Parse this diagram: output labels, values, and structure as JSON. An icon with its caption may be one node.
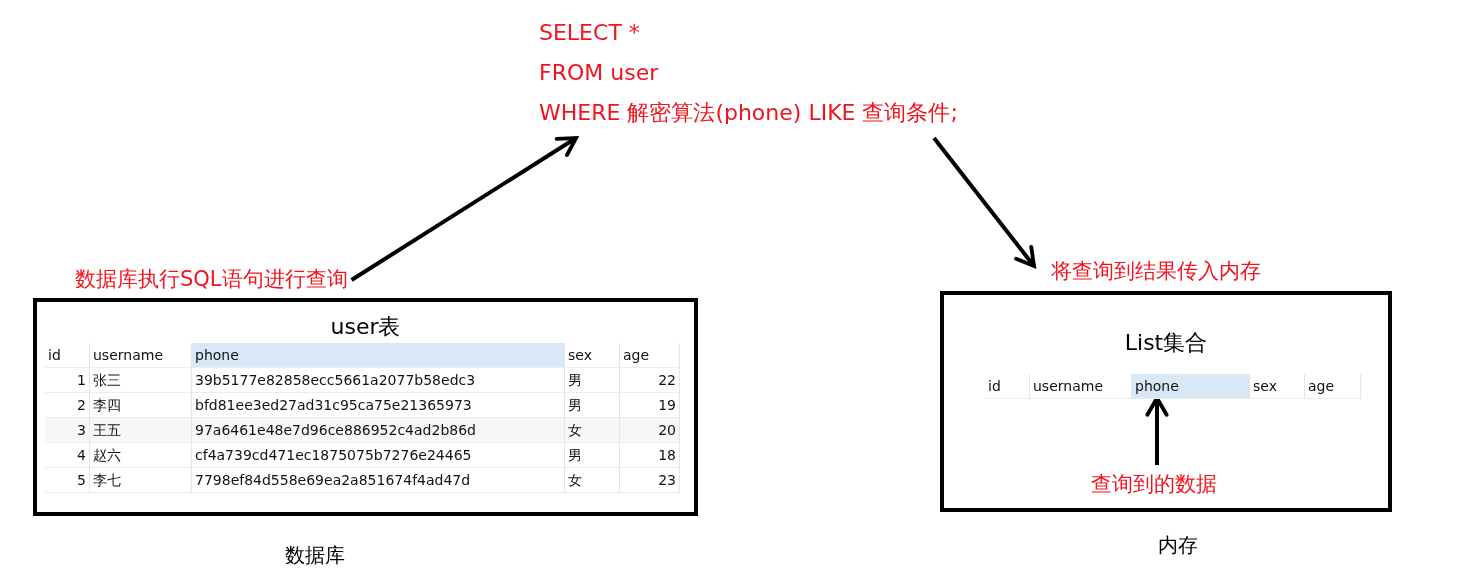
{
  "diagram": {
    "nodes": [
      {
        "text": [
          "user表"
        ],
        "beside": [
          "数据库"
        ]
      },
      {
        "text": [
          "数据库执行SQL语句进行查询"
        ]
      },
      {
        "text": [
          "SELECT *",
          "FROM user",
          "WHERE 解密算法(phone) LIKE 查询条件;"
        ]
      },
      {
        "text": [
          "将查询到结果传入内存"
        ]
      },
      {
        "text": [
          "List集合"
        ],
        "beside": [
          "内存"
        ]
      },
      {
        "text": [
          "查询到的数据"
        ],
        "in": 4
      },
      {
        "text": [
          "phone"
        ],
        "in": 4
      }
    ],
    "edges": [
      {
        "from": 1,
        "to": 2,
        "arrow": "to"
      },
      {
        "from": 2,
        "to": 3,
        "arrow": "to"
      },
      {
        "from": 5,
        "to": 6,
        "arrow": "to"
      }
    ],
    "labels": [
      "id",
      "username",
      "phone",
      "sex",
      "age",
      "1",
      "张三",
      "39b5177e82858ecc5661a2077b58edc3",
      "男",
      "22",
      "2",
      "李四",
      "bfd81ee3ed27ad31c95ca75e21365973",
      "男",
      "19",
      "3",
      "王五",
      "97a6461e48e7d96ce886952c4ad2b86d",
      "女",
      "20",
      "4",
      "赵六",
      "cf4a739cd471ec1875075b7276e24465",
      "男",
      "18",
      "5",
      "李七",
      "7798ef84d558e69ea2a851674f4ad47d",
      "女",
      "23",
      "id",
      "username",
      "sex",
      "age"
    ]
  }
}
